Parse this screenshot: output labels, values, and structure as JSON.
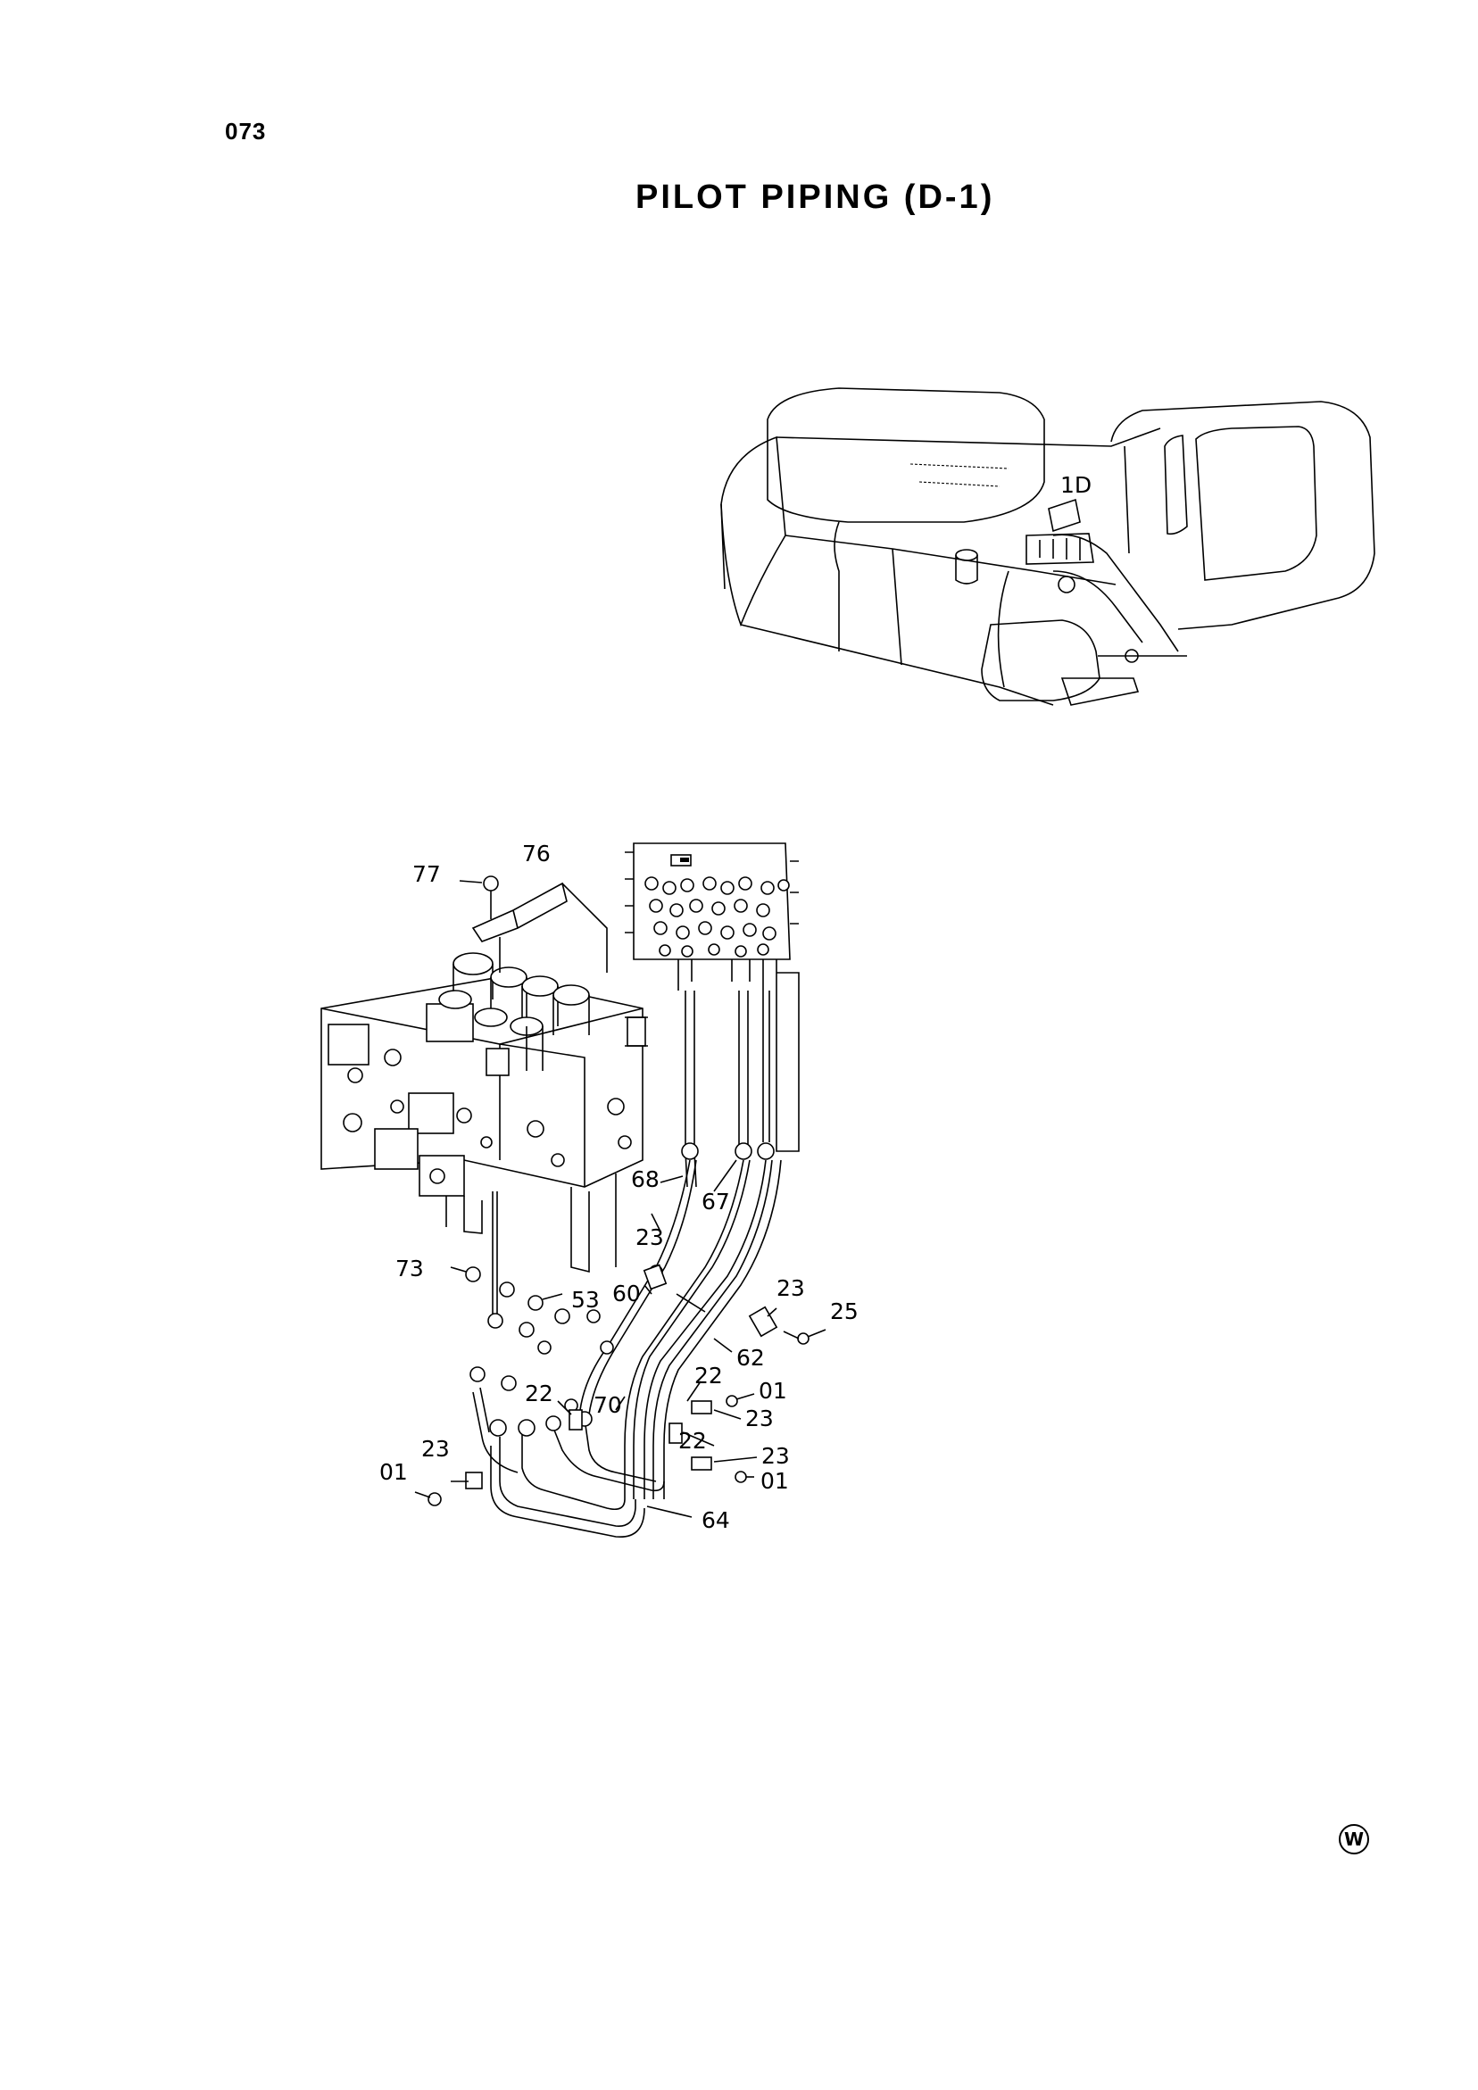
{
  "page": {
    "number": "073",
    "title": "PILOT PIPING (D-1)",
    "corner_mark": "W"
  },
  "callouts": {
    "c77": "77",
    "c76": "76",
    "c68": "68",
    "c67": "67",
    "c23a": "23",
    "c73": "73",
    "c53": "53",
    "c60": "60",
    "c23b": "23",
    "c25": "25",
    "c62": "62",
    "c22a": "22",
    "c22b": "22",
    "c70": "70",
    "c01a": "01",
    "c23c": "23",
    "c22c": "22",
    "c23d": "23",
    "c23e": "23",
    "c01b": "01",
    "c01c": "01",
    "c64": "64",
    "inset_label": "1D"
  }
}
